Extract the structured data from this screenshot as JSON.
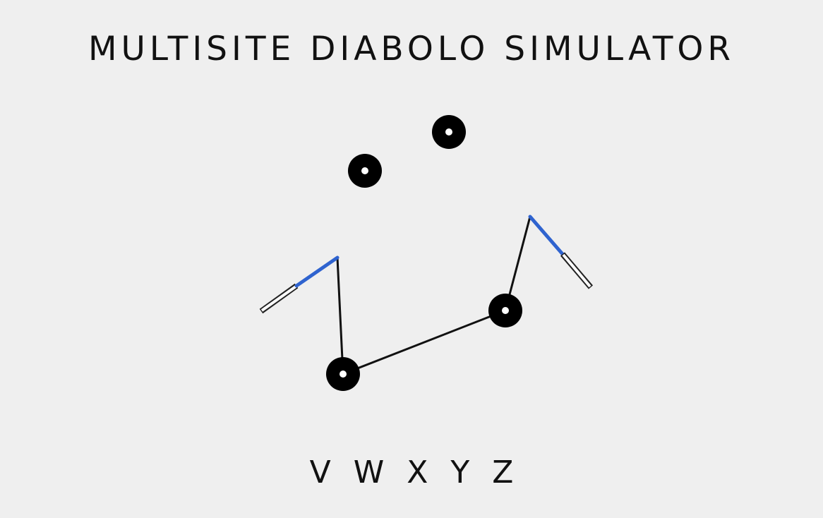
{
  "title": "MULTISITE DIABOLO SIMULATOR",
  "keys": [
    "V",
    "W",
    "X",
    "Y",
    "Z"
  ],
  "colors": {
    "background": "#efefef",
    "diabolo": "#000000",
    "string": "#111111",
    "stick_tip": "#2f63cf",
    "stick_handle": "#ffffff"
  }
}
